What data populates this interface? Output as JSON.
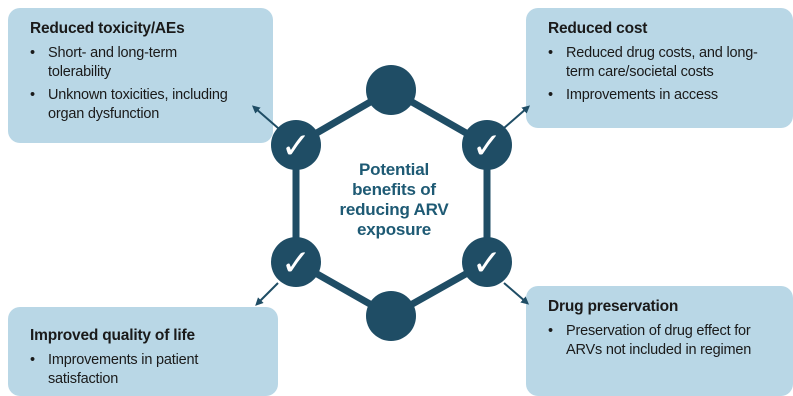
{
  "center_label": [
    "Potential",
    "benefits of",
    "reducing ARV",
    "exposure"
  ],
  "check_mark": "✓",
  "colors": {
    "box_fill": "#b9d7e6",
    "hexagon_stroke": "#1f4d65",
    "node_fill": "#1f4d65",
    "center_text": "#1e5a74"
  },
  "icons": [
    "checkmark-icon",
    "arrow-icon"
  ],
  "boxes": {
    "top_left": {
      "title": "Reduced toxicity/AEs",
      "bullets": [
        "Short- and long-term tolerability",
        "Unknown toxicities, including organ dysfunction"
      ]
    },
    "top_right": {
      "title": "Reduced cost",
      "bullets": [
        "Reduced drug costs, and long-term care/societal costs",
        "Improvements in access"
      ]
    },
    "bottom_left": {
      "title": "Improved quality of life",
      "bullets": [
        "Improvements in patient satisfaction"
      ]
    },
    "bottom_right": {
      "title": "Drug preservation",
      "bullets": [
        "Preservation of drug effect for ARVs not included in regimen"
      ]
    }
  },
  "bullet_glyph": "•"
}
